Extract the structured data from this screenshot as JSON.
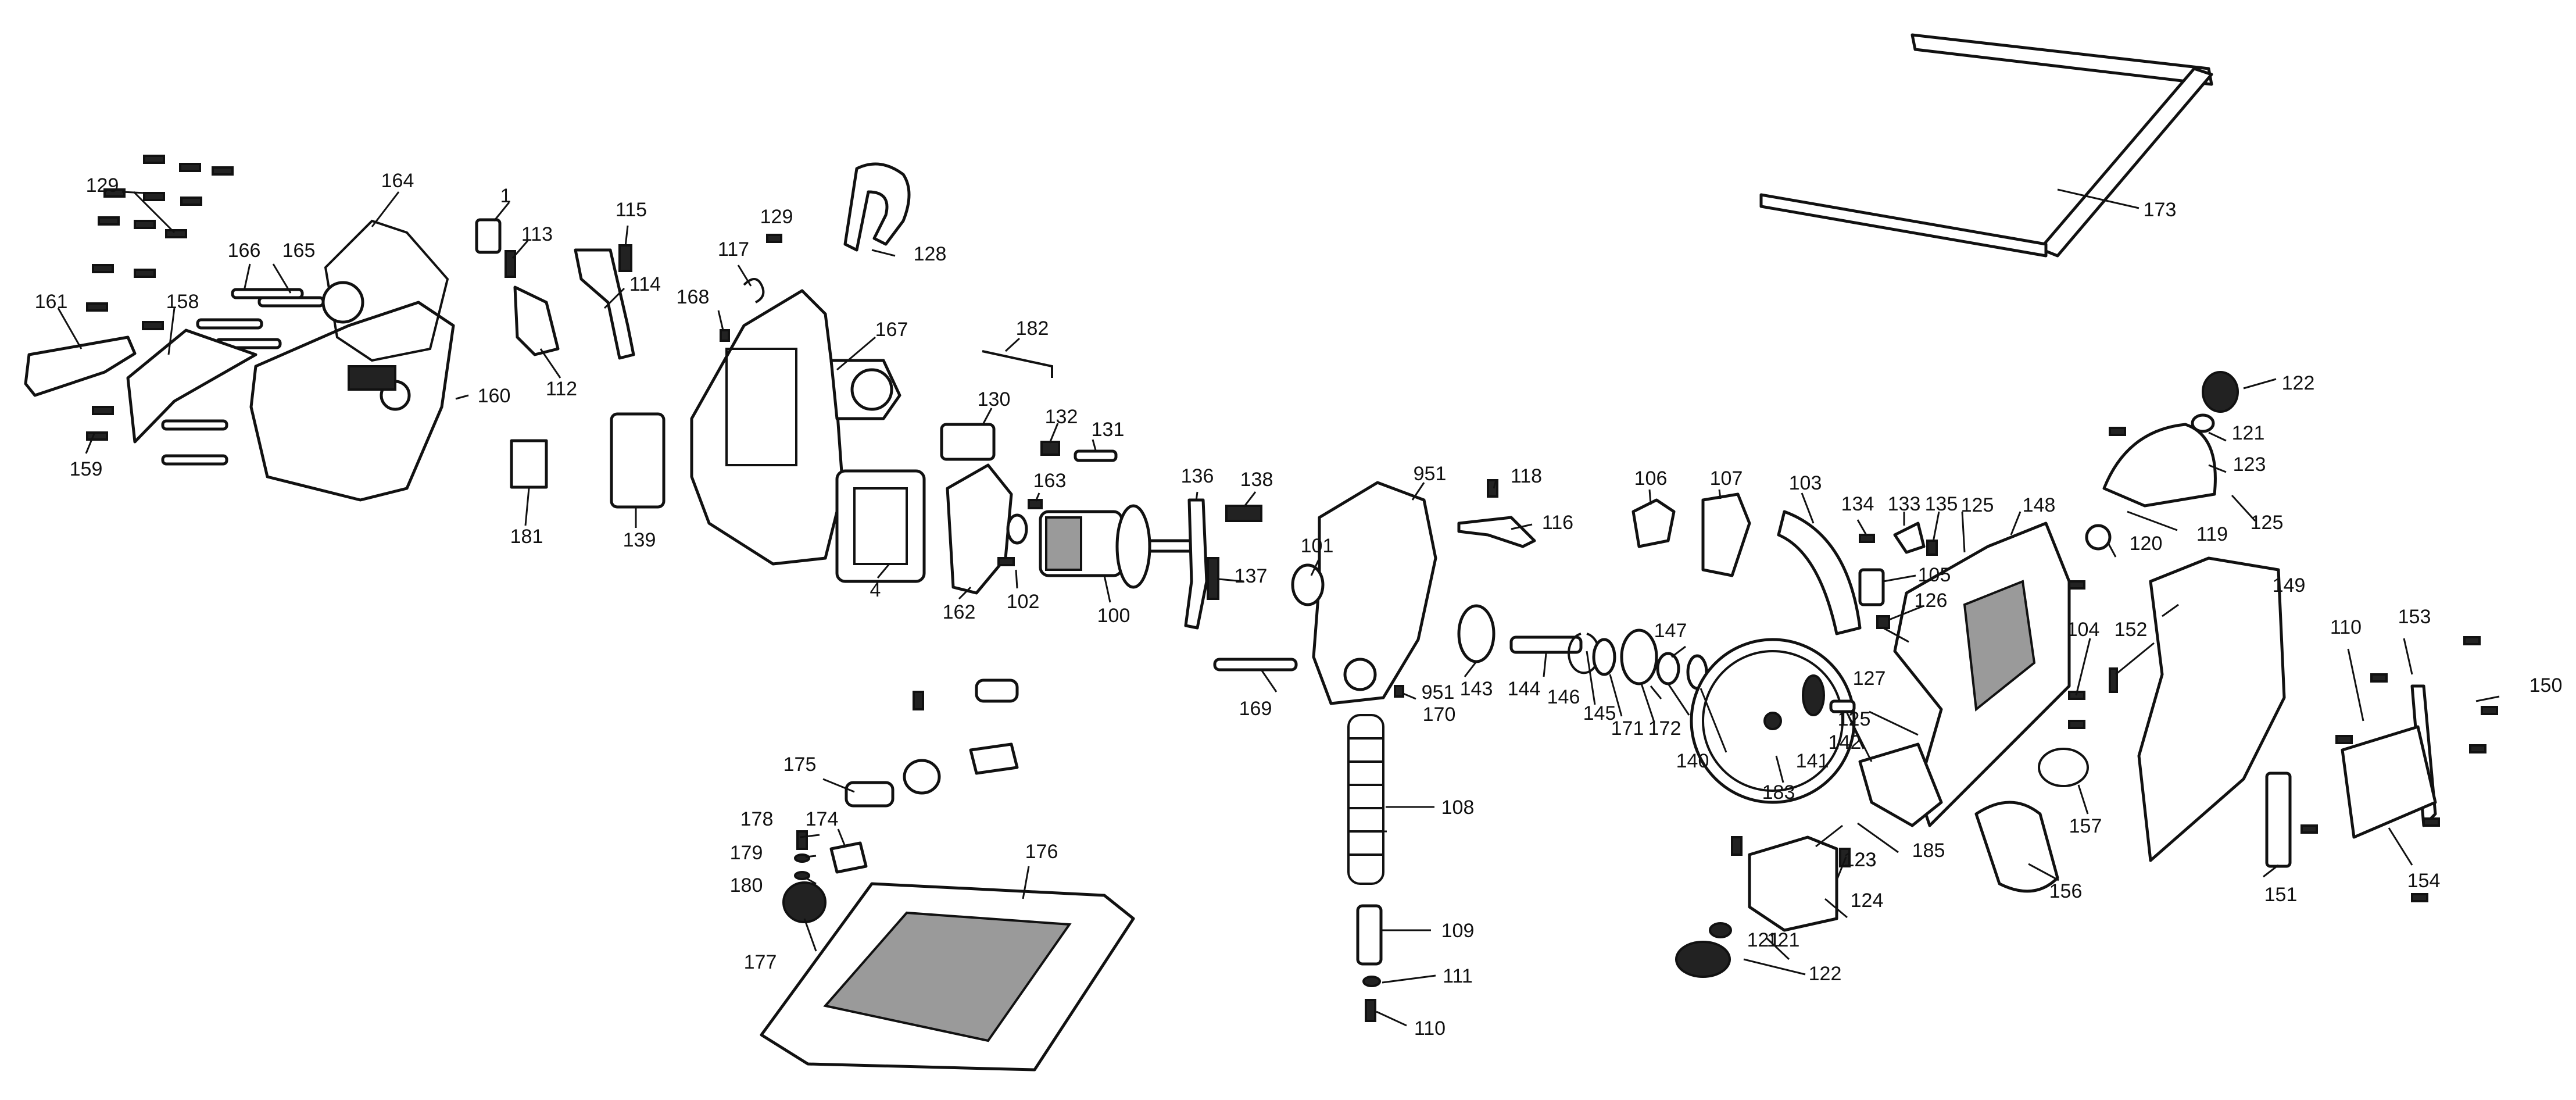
{
  "diagram": {
    "type": "exploded-parts-view",
    "callouts": [
      "1",
      "4",
      "100",
      "101",
      "102",
      "103",
      "104",
      "105",
      "106",
      "107",
      "108",
      "109",
      "110",
      "110",
      "111",
      "112",
      "113",
      "114",
      "115",
      "116",
      "117",
      "118",
      "119",
      "120",
      "121",
      "121",
      "121",
      "122",
      "122",
      "123",
      "123",
      "123",
      "124",
      "125",
      "125",
      "125",
      "126",
      "127",
      "128",
      "129",
      "129",
      "130",
      "131",
      "132",
      "133",
      "134",
      "135",
      "136",
      "137",
      "138",
      "139",
      "140",
      "141",
      "142",
      "143",
      "144",
      "145",
      "146",
      "147",
      "148",
      "149",
      "150",
      "151",
      "152",
      "153",
      "154",
      "156",
      "157",
      "158",
      "159",
      "160",
      "161",
      "162",
      "163",
      "164",
      "165",
      "166",
      "167",
      "168",
      "169",
      "170",
      "171",
      "172",
      "173",
      "174",
      "175",
      "176",
      "177",
      "178",
      "179",
      "180",
      "181",
      "182",
      "183",
      "185",
      "951",
      "951"
    ]
  }
}
